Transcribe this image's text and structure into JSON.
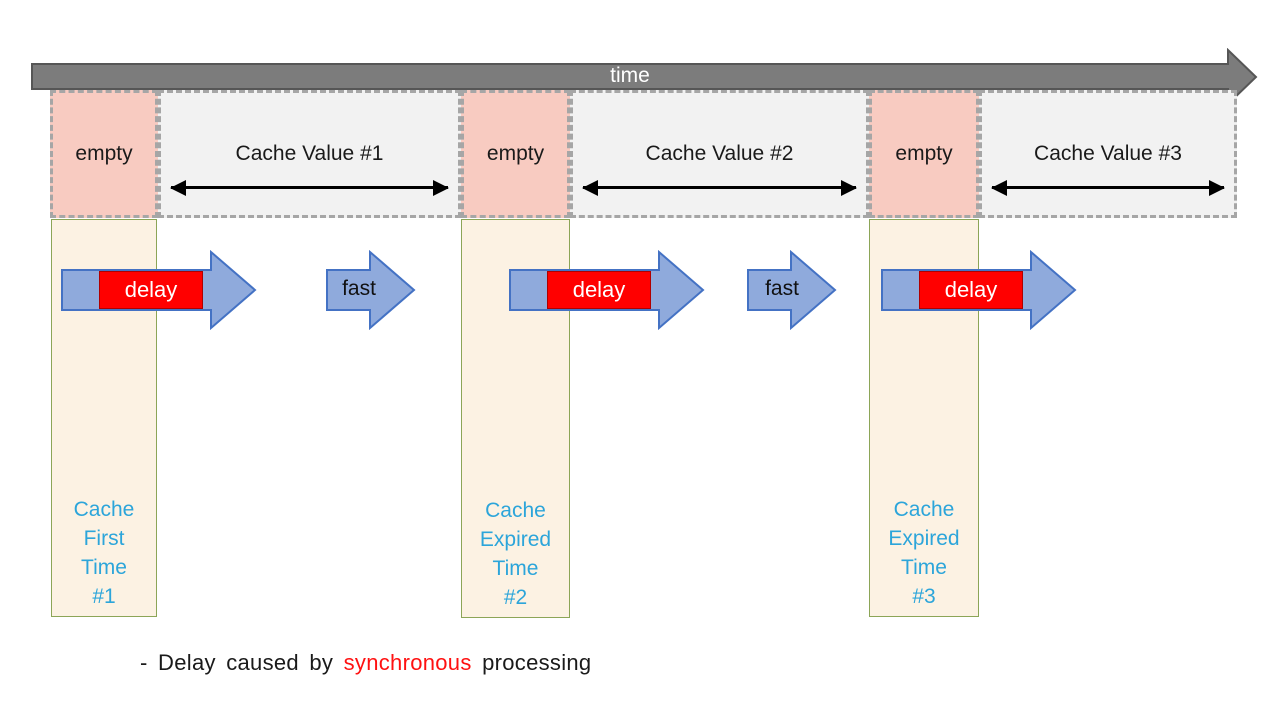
{
  "timeline": {
    "label": "time",
    "cells": [
      {
        "type": "empty",
        "label": "empty"
      },
      {
        "type": "cache",
        "label": "Cache Value #1"
      },
      {
        "type": "empty",
        "label": "empty"
      },
      {
        "type": "cache",
        "label": "Cache Value #2"
      },
      {
        "type": "empty",
        "label": "empty"
      },
      {
        "type": "cache",
        "label": "Cache Value #3"
      }
    ]
  },
  "columns": [
    {
      "lines": [
        "Cache",
        "First",
        "Time",
        "#1"
      ]
    },
    {
      "lines": [
        "Cache",
        "Expired",
        "Time",
        "#2"
      ]
    },
    {
      "lines": [
        "Cache",
        "Expired",
        "Time",
        "#3"
      ]
    }
  ],
  "arrows": {
    "delay_label": "delay",
    "fast_label": "fast"
  },
  "caption": {
    "prefix": "- Delay caused by ",
    "highlight": "synchronous",
    "suffix": " processing"
  },
  "colors": {
    "time_bar_fill": "#7C7C7C",
    "time_bar_border": "#565656",
    "empty_cell_fill": "#F8CBC1",
    "cache_cell_fill": "#F2F2F2",
    "dashed_border": "#A6A6A6",
    "column_fill": "#FCF2E3",
    "column_border": "#8CA557",
    "column_text": "#2CA5DA",
    "block_arrow_fill": "#8FAADC",
    "block_arrow_border": "#4472C4",
    "delay_box_fill": "#FF0000",
    "delay_text": "#FFFFFF",
    "caption_highlight": "#FF1111"
  }
}
